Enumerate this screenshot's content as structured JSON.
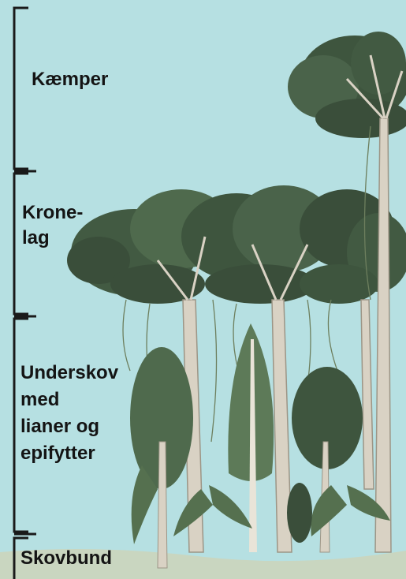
{
  "layers": [
    {
      "id": "emergent",
      "label": "Kæmper"
    },
    {
      "id": "canopy",
      "label": "Krone-\nlag"
    },
    {
      "id": "understory",
      "label": "Underskov\nmed\nlianer og\nepifytter"
    },
    {
      "id": "floor",
      "label": "Skovbund"
    }
  ],
  "colors": {
    "sky": "#b6e0e2",
    "foliage_dark": "#3a4e3a",
    "foliage": "#4f6a4d",
    "foliage_light": "#6f8a68",
    "trunk": "#d9d2c4",
    "trunk_shadow": "#9c9586",
    "bracket": "#1a1a1a",
    "ground": "#c9d6c0"
  },
  "icons": [
    "tree-illustration",
    "liana-vines",
    "fern-plant",
    "bracket"
  ]
}
